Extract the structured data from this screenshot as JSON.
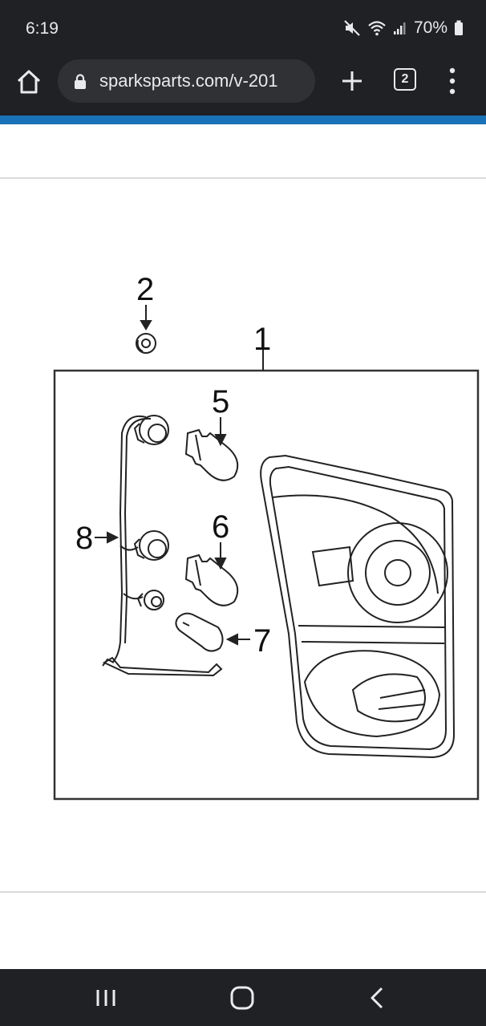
{
  "status_bar": {
    "time": "6:19",
    "battery": "70%"
  },
  "browser": {
    "url": "sparksparts.com/v-201",
    "tab_count": "2",
    "accent_color": "#1a73b8"
  },
  "diagram": {
    "callouts": [
      "1",
      "2",
      "5",
      "6",
      "7",
      "8"
    ]
  },
  "icons": {
    "status": [
      "mute-icon",
      "wifi-icon",
      "signal-icon",
      "battery-icon"
    ],
    "toolbar": [
      "home-icon",
      "lock-icon",
      "plus-icon",
      "tabs-icon",
      "more-vert-icon"
    ],
    "nav": [
      "recents-icon",
      "home-circle-icon",
      "back-icon"
    ]
  }
}
